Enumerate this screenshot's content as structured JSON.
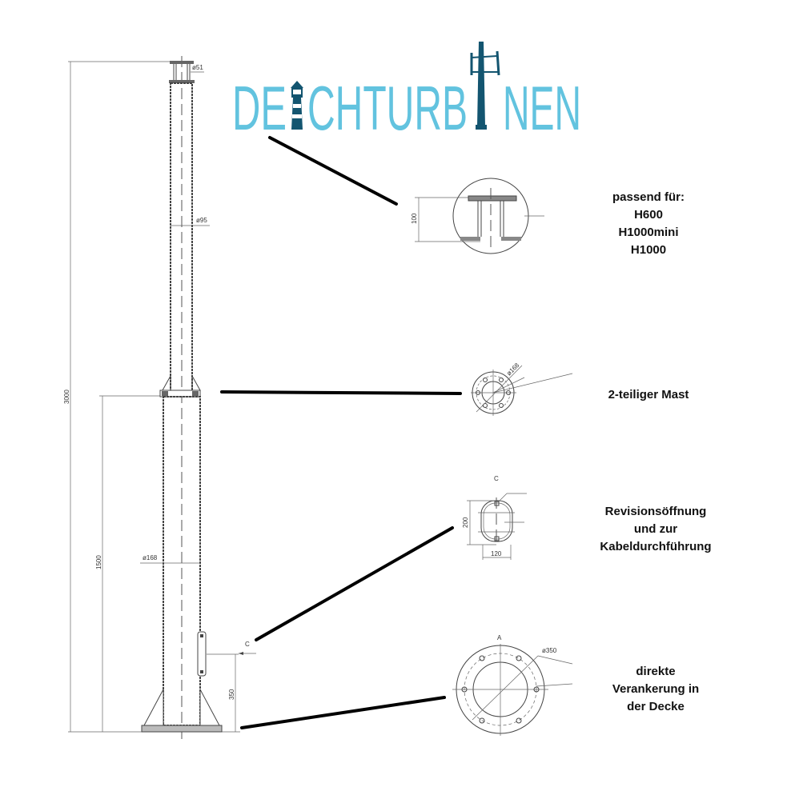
{
  "logo": {
    "text": "DEICHTURBINEN",
    "segments": [
      "DE",
      "CHTURB",
      "NEN"
    ],
    "color_light": "#62c3df",
    "color_dark": "#135570"
  },
  "drawing": {
    "dims": {
      "total_height": "3000",
      "lower_height": "1500",
      "base_height": "350",
      "top_dia": "ø51",
      "upper_dia": "ø95",
      "lower_dia": "ø168",
      "section_c": "C"
    },
    "details": {
      "top_height": "100",
      "flange_dia": "ø168",
      "door_label": "C",
      "door_height": "200",
      "door_width": "120",
      "base_label": "A",
      "base_dia": "ø350"
    }
  },
  "notes": {
    "fits": [
      "passend für:",
      "H600",
      "H1000mini",
      "H1000"
    ],
    "two_part": [
      "2-teiliger Mast"
    ],
    "revision": [
      "Revisionsöffnung",
      "und zur",
      "Kabeldurchführung"
    ],
    "anchoring": [
      "direkte",
      "Verankerung in",
      "der Decke"
    ]
  }
}
